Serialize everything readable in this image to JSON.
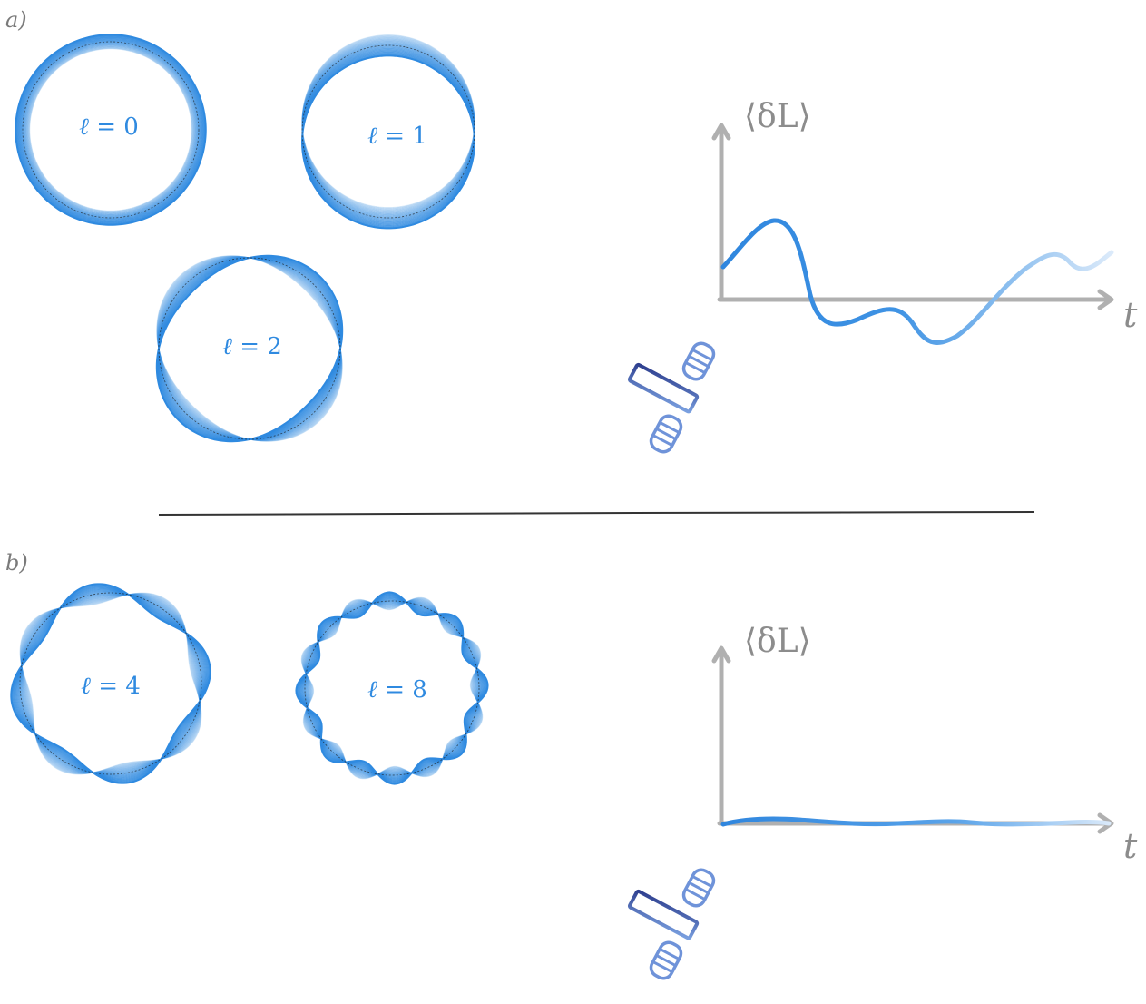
{
  "colors": {
    "mode_blue": "#2f8ae0",
    "mode_fill": "#4a9be8",
    "axis_gray": "#b0b0b0",
    "label_gray": "#8c8c8c",
    "divider": "#111111",
    "detector_dark": "#2e3f8f",
    "detector_light": "#6f93d9"
  },
  "panels": [
    {
      "label": "a)",
      "modes": [
        {
          "ell": "ℓ",
          "text": " = 0",
          "l": 0
        },
        {
          "ell": "ℓ",
          "text": " = 1",
          "l": 1
        },
        {
          "ell": "ℓ",
          "text": " = 2",
          "l": 2
        }
      ],
      "plot": {
        "ylabel": "⟨δL⟩",
        "xlabel": "t",
        "signal": "large damped oscillation"
      },
      "detector_icon": "satellite-icon"
    },
    {
      "label": "b)",
      "modes": [
        {
          "ell": "ℓ",
          "text": " = 4",
          "l": 4
        },
        {
          "ell": "ℓ",
          "text": " = 8",
          "l": 8
        }
      ],
      "plot": {
        "ylabel": "⟨δL⟩",
        "xlabel": "t",
        "signal": "nearly zero"
      },
      "detector_icon": "satellite-icon"
    }
  ]
}
